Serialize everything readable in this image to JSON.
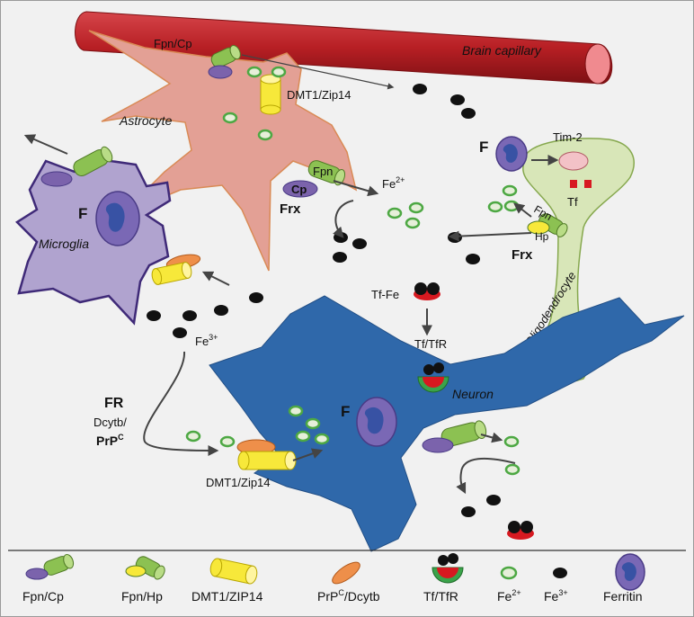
{
  "labels": {
    "brain_capillary": "Brain capillary",
    "astrocyte": "Astrocyte",
    "microglia": "Microglia",
    "neuron": "Neuron",
    "oligodendrocyte": "Oligodendrocyte",
    "fpn_cp_top": "Fpn/Cp",
    "dmt1_zip14_top": "DMT1/Zip14",
    "fpn_astro": "Fpn",
    "cp_astro": "Cp",
    "fe2_astro": "Fe",
    "fe2_sup": "2+",
    "frx_astro": "Frx",
    "f_micro": "F",
    "f_oligo": "F",
    "f_neuron": "F",
    "tim2": "Tim-2",
    "tf_oligo": "Tf",
    "fpn_oligo": "Fpn",
    "hp_oligo": "Hp",
    "frx_oligo": "Frx",
    "tf_fe": "Tf-Fe",
    "tf_tfr": "Tf/TfR",
    "fe3": "Fe",
    "fe3_sup": "3+",
    "fr": "FR",
    "dcytb": "Dcytb/",
    "prpc": "PrP",
    "prpc_sup": "C",
    "dmt1_zip14_bottom": "DMT1/Zip14"
  },
  "legend": {
    "fpn_cp": "Fpn/Cp",
    "fpn_hp": "Fpn/Hp",
    "dmt1_zip14": "DMT1/ZIP14",
    "prpc_dcytb_a": "PrP",
    "prpc_dcytb_sup": "C",
    "prpc_dcytb_b": "/Dcytb",
    "tf_tfr": "Tf/TfR",
    "fe2": "Fe",
    "fe2_sup": "2+",
    "fe3": "Fe",
    "fe3_sup": "3+",
    "ferritin": "Ferritin"
  },
  "colors": {
    "capillary": "#b71f24",
    "astrocyte": "#e3a095",
    "microglia": "#b0a3cf",
    "neuron": "#2f68aa",
    "oligodendrocyte": "#d8e6b8",
    "fpn_green": "#8cc152",
    "cp_purple": "#7b63ac",
    "dmt1_yellow": "#f7e83a",
    "prpc_orange": "#ee8f4a",
    "fe2_ring": "#4da843",
    "fe3": "#111111",
    "tf_red": "#d71920",
    "ferritin_blue": "#3852a4"
  }
}
